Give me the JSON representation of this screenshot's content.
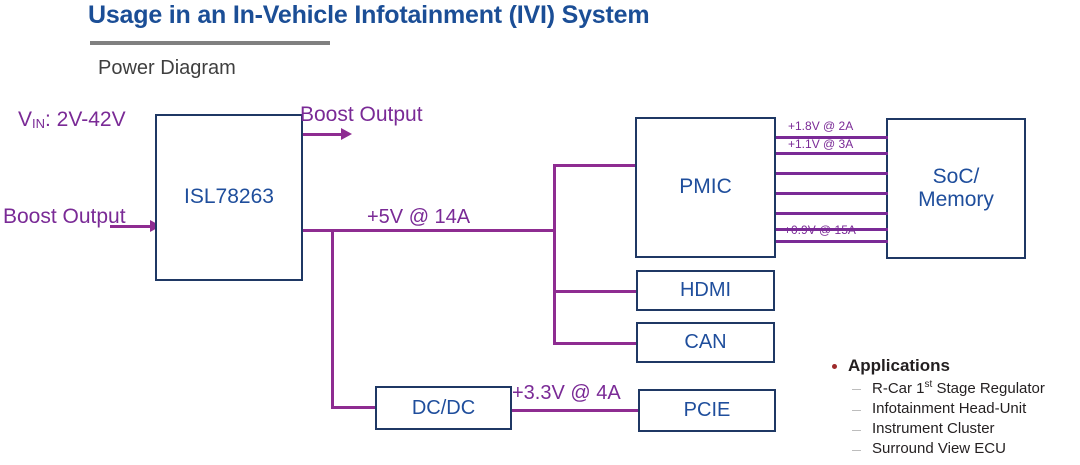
{
  "header": {
    "title": "Usage in an In-Vehicle Infotainment (IVI) System",
    "subtitle": "Power Diagram",
    "rule_color": "#808080",
    "title_color": "#1B4E96"
  },
  "colors": {
    "box_border": "#1F3864",
    "box_text": "#1F4E9C",
    "wire": "#8E2C91",
    "label": "#7A2A96",
    "bullet": "#9E2A2B"
  },
  "diagram": {
    "blocks": [
      {
        "id": "isl78263",
        "label": "ISL78263"
      },
      {
        "id": "pmic",
        "label": "PMIC"
      },
      {
        "id": "soc",
        "label": "SoC/\nMemory",
        "line1": "SoC/",
        "line2": "Memory"
      },
      {
        "id": "hdmi",
        "label": "HDMI"
      },
      {
        "id": "can",
        "label": "CAN"
      },
      {
        "id": "dcdc",
        "label": "DC/DC"
      },
      {
        "id": "pcie",
        "label": "PCIE"
      }
    ],
    "labels": {
      "vin_prefix": "V",
      "vin_sub": "IN",
      "vin_value": ": 2V-42V",
      "boost_output_top": "Boost Output",
      "boost_output_left": "Boost Output",
      "rail_5v": "+5V @ 14A",
      "rail_3v3": "+3.3V @ 4A"
    },
    "soc_rails": [
      {
        "text": "+1.8V @ 2A"
      },
      {
        "text": "+1.1V @ 3A"
      },
      {
        "text": ""
      },
      {
        "text": ""
      },
      {
        "text": ""
      },
      {
        "text": "+0.9V @ 15A"
      }
    ]
  },
  "applications": {
    "heading": "Applications",
    "items": [
      "R-Car 1st Stage Regulator",
      "Infotainment Head-Unit",
      "Instrument Cluster",
      "Surround View ECU"
    ],
    "first_item_parts": {
      "pre": "R-Car 1",
      "sup": "st",
      "post": " Stage Regulator"
    }
  }
}
